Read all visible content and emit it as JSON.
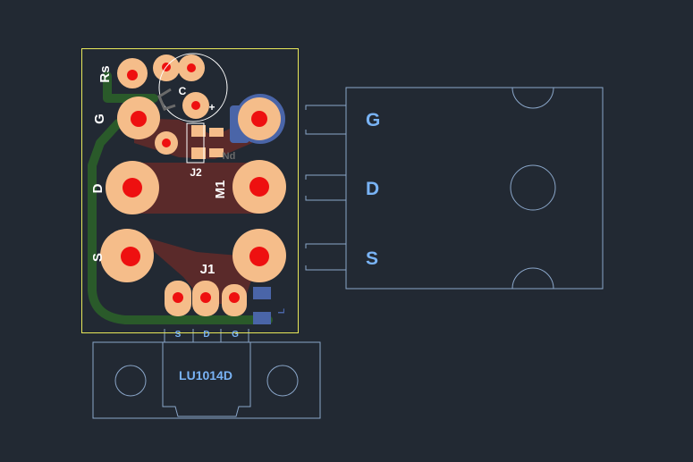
{
  "board": {
    "pad_labels": {
      "rs": "Rs",
      "g": "G",
      "d": "D",
      "s": "S"
    },
    "capacitor": {
      "label": "C",
      "polarity": "+"
    },
    "header_label": "J2",
    "mosfet_label": "M1",
    "connector_label": "J1",
    "connector_pins": {
      "s": "S",
      "d": "D",
      "g": "G"
    }
  },
  "package_to220": {
    "pin_labels": {
      "g": "G",
      "d": "D",
      "s": "S"
    }
  },
  "package_lu": {
    "part_label": "LU1014D"
  },
  "colors": {
    "background": "#222933",
    "board_outline": "#e8e85a",
    "pad": "#f5bd8a",
    "drill": "#ee1010",
    "copper_trace": "#5a2a2a",
    "green_trace": "#2a5a2a",
    "blue_pad": "#4a65a8",
    "silk": "#ffffff",
    "outline": "#8aa6c9",
    "label_blue": "#79b3f5"
  }
}
